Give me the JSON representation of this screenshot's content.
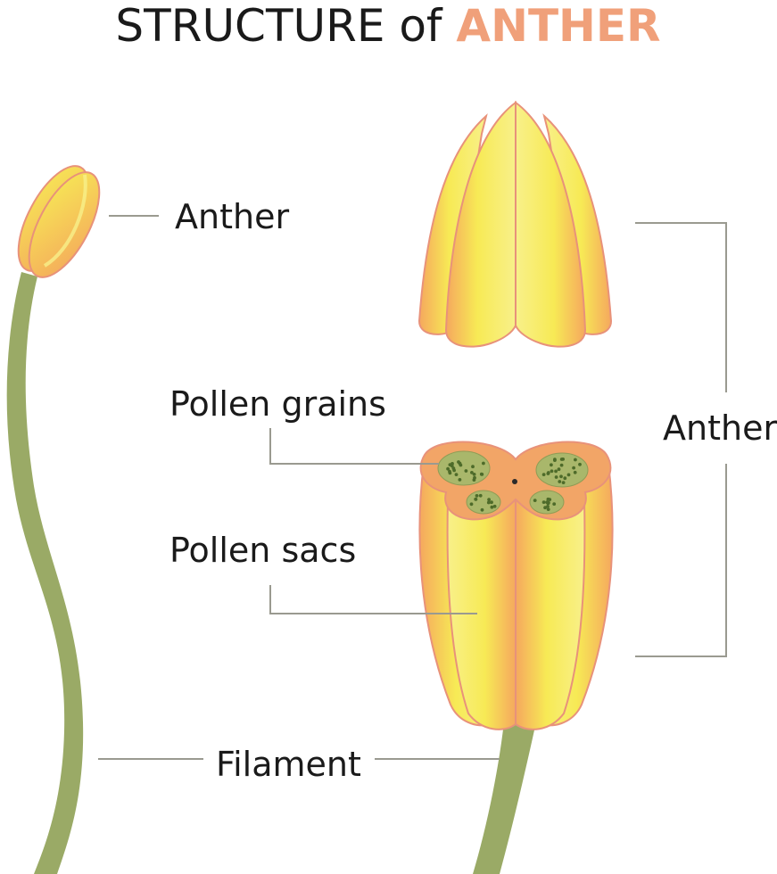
{
  "title": {
    "main": "STRUCTURE of ",
    "accent": "ANTHER",
    "main_color": "#1a1a1a",
    "accent_color": "#f0a07a"
  },
  "labels": {
    "anther_left": "Anther",
    "anther_right": "Anther",
    "pollen_grains": "Pollen grains",
    "pollen_sacs": "Pollen sacs",
    "filament": "Filament"
  },
  "colors": {
    "filament": "#9aaa66",
    "anther_outline": "#e8927a",
    "anther_yellow": "#f6ef55",
    "anther_orange": "#f4a75c",
    "cross_section": "#f2a567",
    "pollen_sac_fill": "#a9b76b",
    "pollen_dot": "#4e6b2a",
    "leader_line": "#9a9a90"
  }
}
